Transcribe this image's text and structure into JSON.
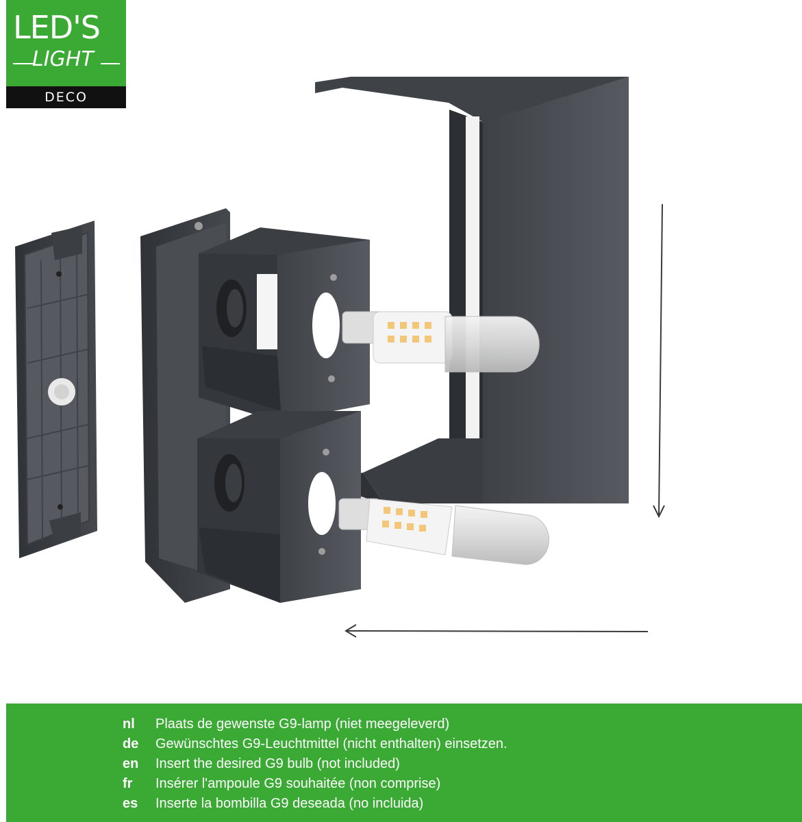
{
  "logo": {
    "brand": "LED'S",
    "sub": "LIGHT",
    "line": "DECO"
  },
  "instructions": [
    {
      "lang": "nl",
      "text": "Plaats de gewenste G9-lamp (niet meegeleverd)"
    },
    {
      "lang": "de",
      "text": "Gewünschtes G9-Leuchtmittel (nicht enthalten) einsetzen."
    },
    {
      "lang": "en",
      "text": "Insert the desired G9 bulb (not included)"
    },
    {
      "lang": "fr",
      "text": "Insérer l'ampoule G9 souhaitée (non comprise)"
    },
    {
      "lang": "es",
      "text": "Inserte la bombilla G9 deseada (no incluida)"
    }
  ],
  "colors": {
    "brand_green": "#3aaa35",
    "housing": "#4b4f55",
    "white": "#ffffff"
  }
}
